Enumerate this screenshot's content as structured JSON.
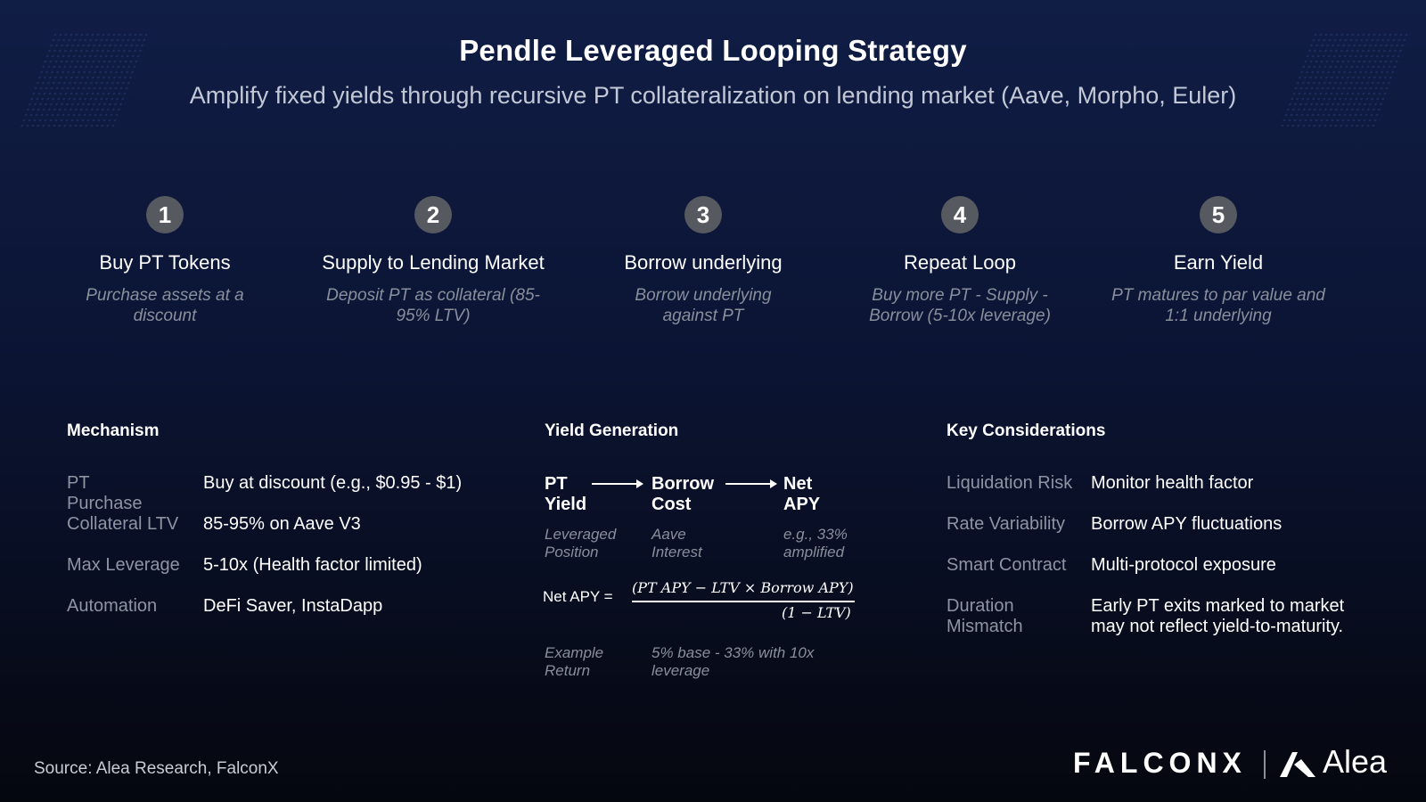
{
  "title": "Pendle Leveraged Looping Strategy",
  "subtitle": "Amplify fixed yields through recursive PT collateralization on lending market (Aave, Morpho, Euler)",
  "steps": [
    {
      "num": "1",
      "name": "Buy PT Tokens",
      "desc": "Purchase assets at a discount"
    },
    {
      "num": "2",
      "name": "Supply to Lending Market",
      "desc": "Deposit PT as collateral (85-95% LTV)"
    },
    {
      "num": "3",
      "name": "Borrow underlying",
      "desc": "Borrow underlying against PT"
    },
    {
      "num": "4",
      "name": "Repeat Loop",
      "desc": "Buy more PT - Supply - Borrow (5-10x leverage)"
    },
    {
      "num": "5",
      "name": "Earn Yield",
      "desc": "PT matures to par value and 1:1 underlying"
    }
  ],
  "mechanism": {
    "heading": "Mechanism",
    "rows": [
      {
        "k": "PT Purchase",
        "v": "Buy at discount (e.g., $0.95 - $1)"
      },
      {
        "k": "Collateral LTV",
        "v": "85-95% on Aave V3"
      },
      {
        "k": "Max Leverage",
        "v": "5-10x (Health factor limited)"
      },
      {
        "k": "Automation",
        "v": "DeFi Saver, InstaDapp"
      }
    ]
  },
  "yield": {
    "heading": "Yield Generation",
    "flow": [
      {
        "name": "PT Yield",
        "sub": "Leveraged Position"
      },
      {
        "name": "Borrow Cost",
        "sub": "Aave Interest"
      },
      {
        "name": "Net APY",
        "sub": "e.g., 33% amplified"
      }
    ],
    "formula_lhs": "Net APY =",
    "formula_num": "(PT APY − LTV × Borrow APY)",
    "formula_den": "(1 − LTV)",
    "example_label": "Example Return",
    "example_value": "5% base - 33% with 10x leverage"
  },
  "considerations": {
    "heading": "Key Considerations",
    "rows": [
      {
        "k": "Liquidation Risk",
        "v": "Monitor health factor"
      },
      {
        "k": "Rate Variability",
        "v": "Borrow APY fluctuations"
      },
      {
        "k": "Smart Contract",
        "v": "Multi-protocol exposure"
      },
      {
        "k": "Duration Mismatch",
        "v": "Early PT exits marked to market may not reflect yield-to-maturity."
      }
    ]
  },
  "source": "Source: Alea Research, FalconX",
  "logos": {
    "falconx": "FALCONX",
    "alea": "Alea"
  }
}
